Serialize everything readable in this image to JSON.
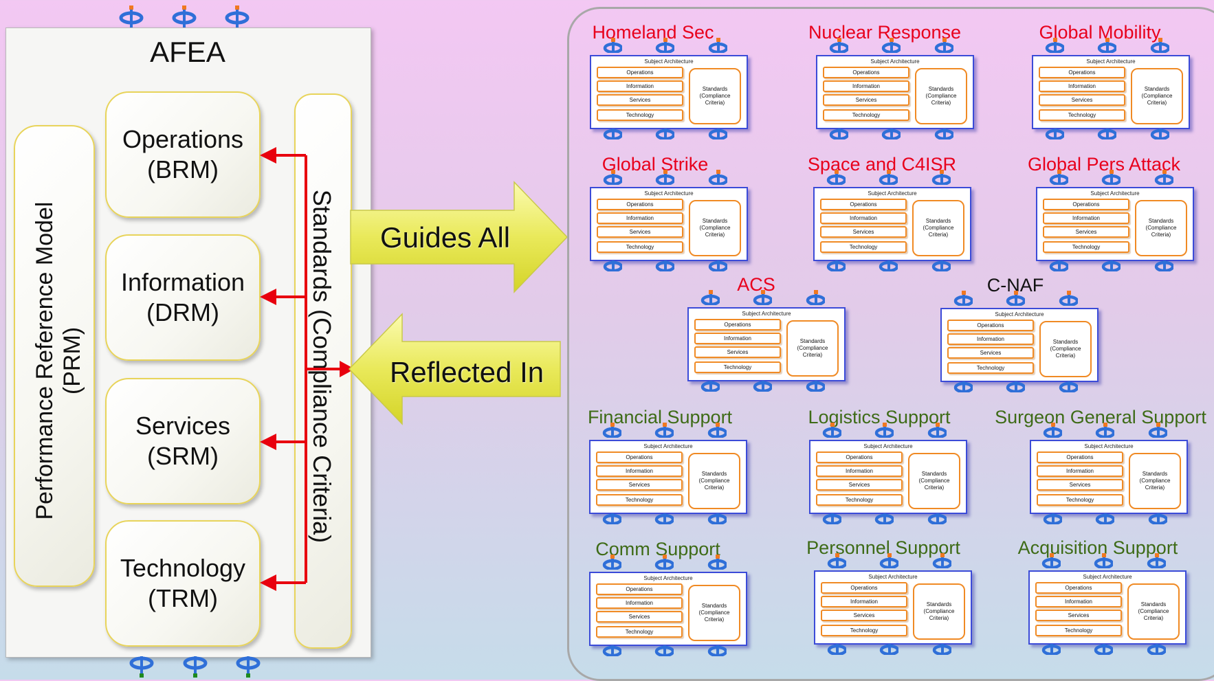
{
  "left": {
    "title": "AFEA",
    "reference_models": [
      {
        "line1": "Operations",
        "line2": "(BRM)"
      },
      {
        "line1": "Information",
        "line2": "(DRM)"
      },
      {
        "line1": "Services",
        "line2": "(SRM)"
      },
      {
        "line1": "Technology",
        "line2": "(TRM)"
      }
    ],
    "prm_line1": "Performance Reference Model",
    "prm_line2": "(PRM)",
    "standards_label": "Standards (Compliance Criteria)"
  },
  "arrows": {
    "guides_all": "Guides All",
    "reflected_in": "Reflected In"
  },
  "architecture_template": {
    "header": "Subject Architecture",
    "rows": [
      "Operations",
      "Information",
      "Services",
      "Technology"
    ],
    "standards_line1": "Standards",
    "standards_line2": "(Compliance",
    "standards_line3": "Criteria)"
  },
  "blocks": [
    {
      "title": "Homeland Sec",
      "color": "#e8001c"
    },
    {
      "title": "Nuclear Response",
      "color": "#e8001c"
    },
    {
      "title": "Global Mobility",
      "color": "#e8001c"
    },
    {
      "title": "Global Strike",
      "color": "#e8001c"
    },
    {
      "title": "Space and C4ISR",
      "color": "#e8001c"
    },
    {
      "title": "Global Pers Attack",
      "color": "#e8001c"
    },
    {
      "title": "ACS",
      "color": "#e8001c"
    },
    {
      "title": "C-NAF",
      "color": "#111111"
    },
    {
      "title": "Financial Support",
      "color": "#3e6b17"
    },
    {
      "title": "Logistics Support",
      "color": "#3e6b17"
    },
    {
      "title": "Surgeon General Support",
      "color": "#3e6b17"
    },
    {
      "title": "Comm Support",
      "color": "#3e6b17"
    },
    {
      "title": "Personnel Support",
      "color": "#3e6b17"
    },
    {
      "title": "Acquisition Support",
      "color": "#3e6b17"
    }
  ],
  "colors": {
    "connector_arrow": "#e8000e",
    "box_border": "#3b4bd8",
    "row_border": "#f08a24"
  }
}
